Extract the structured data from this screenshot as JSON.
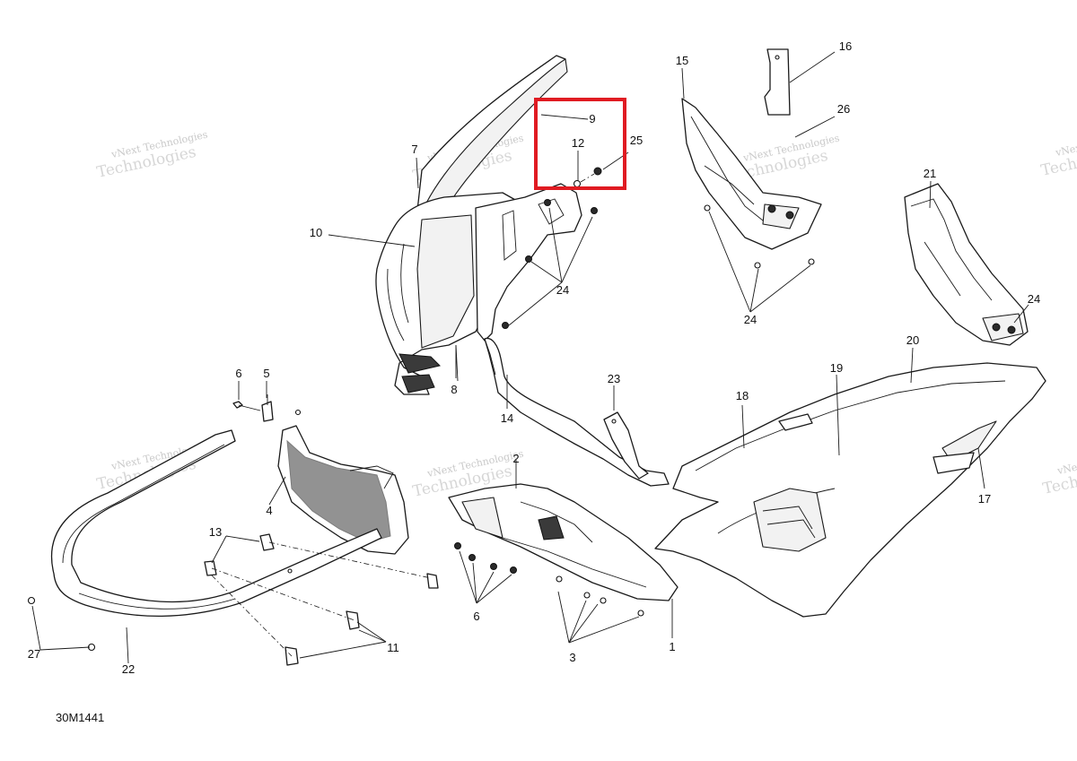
{
  "diagram": {
    "code": "30M1441",
    "highlight_color": "#e01b22",
    "callouts": [
      {
        "id": "1",
        "label": "1"
      },
      {
        "id": "2",
        "label": "2"
      },
      {
        "id": "3",
        "label": "3"
      },
      {
        "id": "4",
        "label": "4"
      },
      {
        "id": "5",
        "label": "5"
      },
      {
        "id": "6a",
        "label": "6"
      },
      {
        "id": "6b",
        "label": "6"
      },
      {
        "id": "7",
        "label": "7"
      },
      {
        "id": "8",
        "label": "8"
      },
      {
        "id": "9",
        "label": "9"
      },
      {
        "id": "10",
        "label": "10"
      },
      {
        "id": "11",
        "label": "11"
      },
      {
        "id": "12",
        "label": "12"
      },
      {
        "id": "13",
        "label": "13"
      },
      {
        "id": "14",
        "label": "14"
      },
      {
        "id": "15",
        "label": "15"
      },
      {
        "id": "16",
        "label": "16"
      },
      {
        "id": "17",
        "label": "17"
      },
      {
        "id": "18",
        "label": "18"
      },
      {
        "id": "19",
        "label": "19"
      },
      {
        "id": "20",
        "label": "20"
      },
      {
        "id": "21",
        "label": "21"
      },
      {
        "id": "22",
        "label": "22"
      },
      {
        "id": "23",
        "label": "23"
      },
      {
        "id": "24a",
        "label": "24"
      },
      {
        "id": "24b",
        "label": "24"
      },
      {
        "id": "24c",
        "label": "24"
      },
      {
        "id": "25",
        "label": "25"
      },
      {
        "id": "26",
        "label": "26"
      },
      {
        "id": "27",
        "label": "27"
      }
    ]
  },
  "watermark": {
    "line1": "vNext Technologies",
    "line2": "Technologies",
    "prefix": "vNext"
  }
}
